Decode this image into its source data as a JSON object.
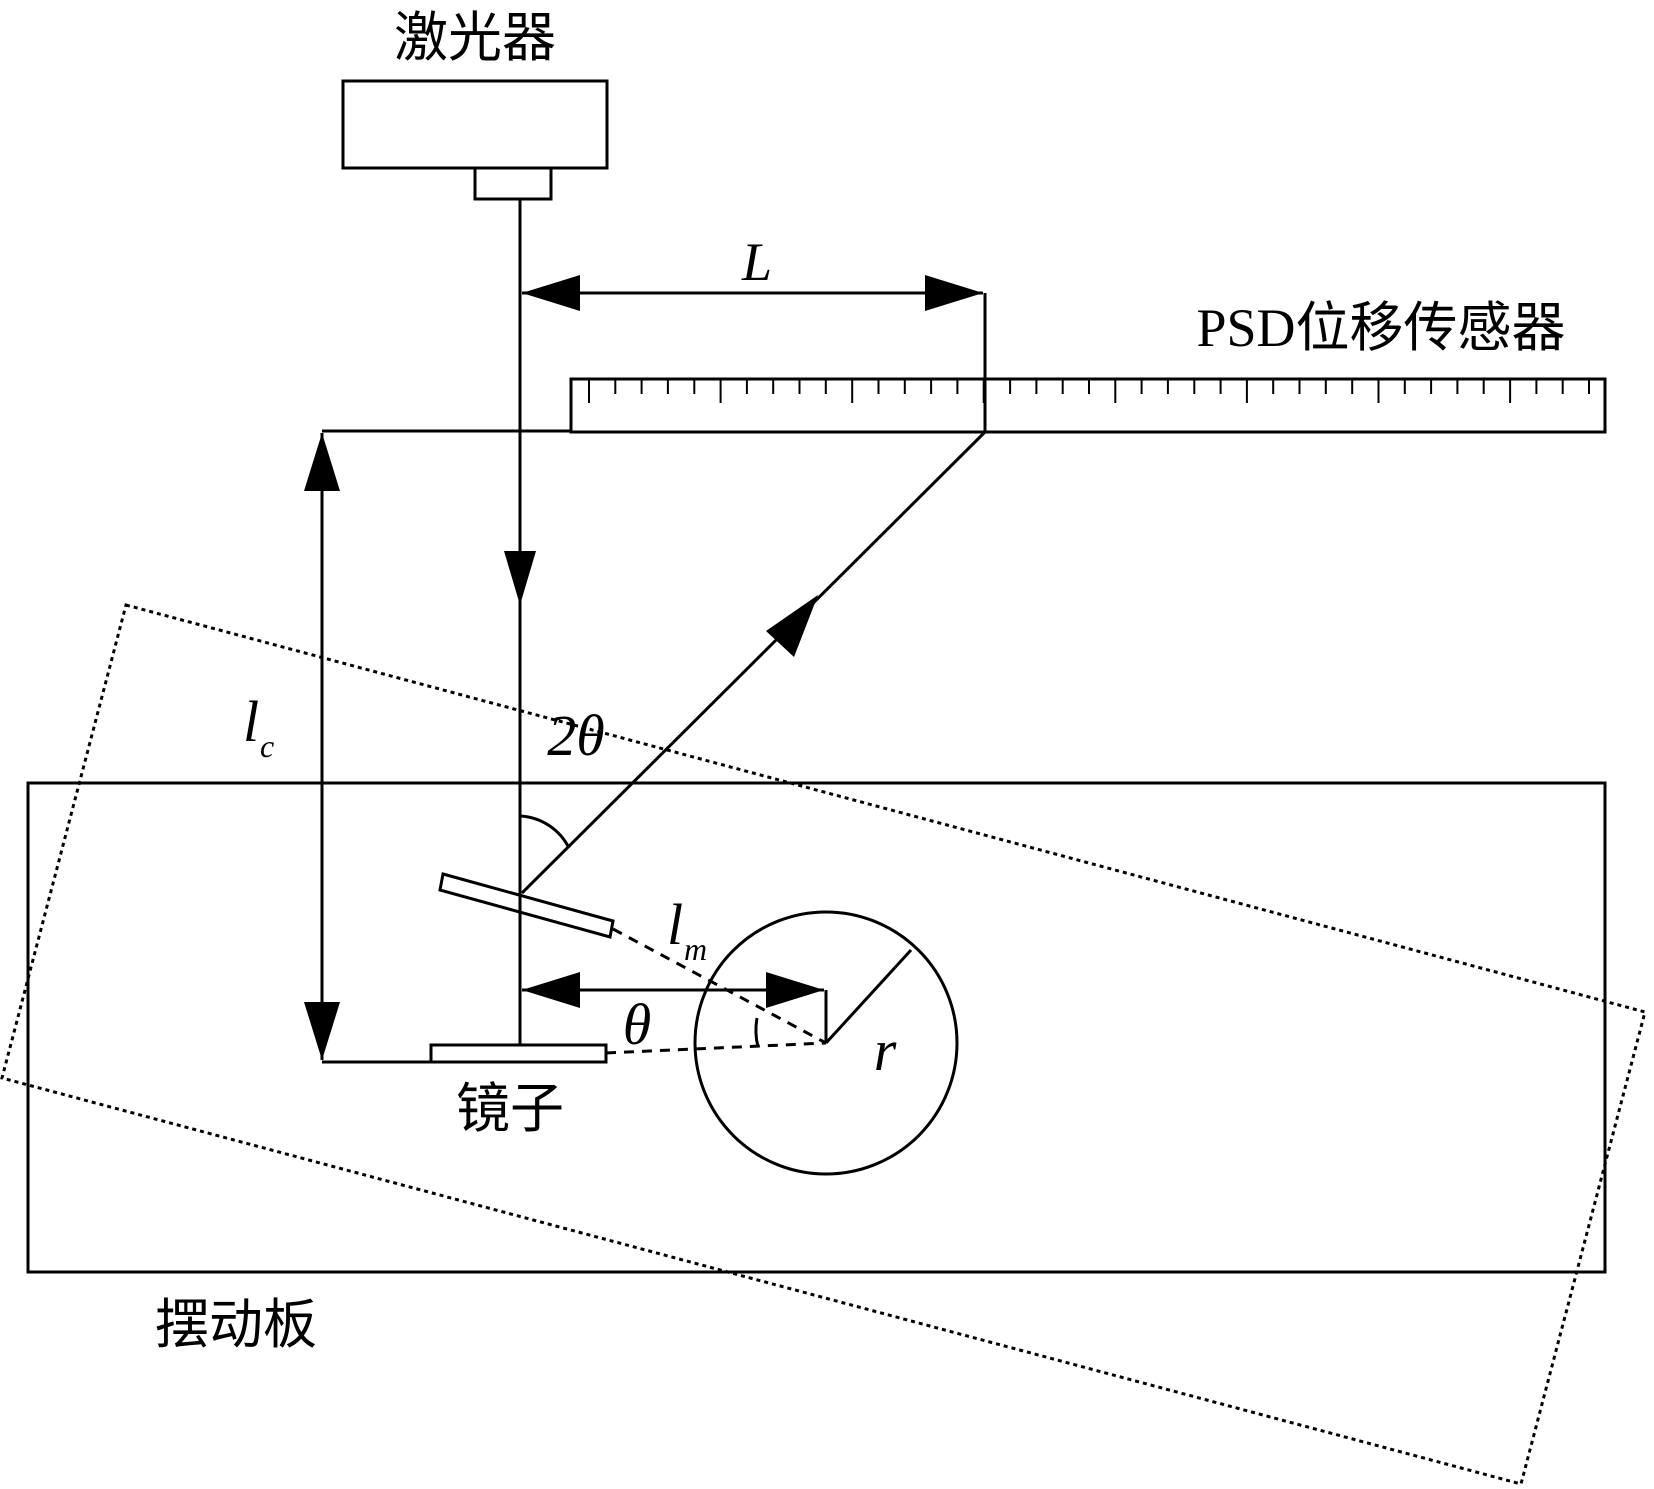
{
  "labels": {
    "laser": "激光器",
    "psd_sensor": "PSD位移传感器",
    "mirror": "镜子",
    "swing_plate": "摆动板",
    "L": "L",
    "lc_main": "l",
    "lc_sub": "c",
    "lm_main": "l",
    "lm_sub": "m",
    "two_theta": "2θ",
    "theta": "θ",
    "r": "r"
  },
  "colors": {
    "stroke": "#000000",
    "background": "#ffffff"
  },
  "sensor_ticks": 39
}
